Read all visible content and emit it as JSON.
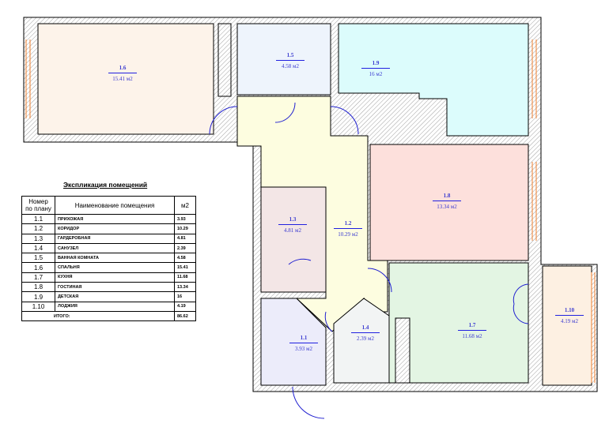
{
  "title": "Экспликация помещений",
  "headers": {
    "num": "Номер по плану",
    "name": "Наименование помещения",
    "area": "м2"
  },
  "rows": [
    {
      "num": "1.1",
      "name": "ПРИХОЖАЯ",
      "area": "3.93"
    },
    {
      "num": "1.2",
      "name": "КОРИДОР",
      "area": "10.29"
    },
    {
      "num": "1.3",
      "name": "ГАРДЕРОБНАЯ",
      "area": "4.81"
    },
    {
      "num": "1.4",
      "name": "САНУЗЕЛ",
      "area": "2.39"
    },
    {
      "num": "1.5",
      "name": "ВАННАЯ КОМНАТА",
      "area": "4.58"
    },
    {
      "num": "1.6",
      "name": "СПАЛЬНЯ",
      "area": "15.41"
    },
    {
      "num": "1.7",
      "name": "КУХНЯ",
      "area": "11.68"
    },
    {
      "num": "1.8",
      "name": "ГОСТИНАЯ",
      "area": "13.34"
    },
    {
      "num": "1.9",
      "name": "ДЕТСКАЯ",
      "area": "16"
    },
    {
      "num": "1.10",
      "name": "ЛОДЖИЯ",
      "area": "4.19"
    }
  ],
  "total": {
    "label": "ИТОГО:",
    "area": "86.62"
  },
  "labels": {
    "r16": {
      "n": "1.6",
      "a": "15.41 м2"
    },
    "r15": {
      "n": "1.5",
      "a": "4.58 м2"
    },
    "r19": {
      "n": "1.9",
      "a": "16 м2"
    },
    "r18": {
      "n": "1.8",
      "a": "13.34 м2"
    },
    "r13": {
      "n": "1.3",
      "a": "4.81 м2"
    },
    "r12": {
      "n": "1.2",
      "a": "10.29 м2"
    },
    "r11": {
      "n": "1.1",
      "a": "3.93 м2"
    },
    "r14": {
      "n": "1.4",
      "a": "2.39 м2"
    },
    "r17": {
      "n": "1.7",
      "a": "11.68 м2"
    },
    "r110": {
      "n": "1.10",
      "a": "4.19 м2"
    }
  }
}
